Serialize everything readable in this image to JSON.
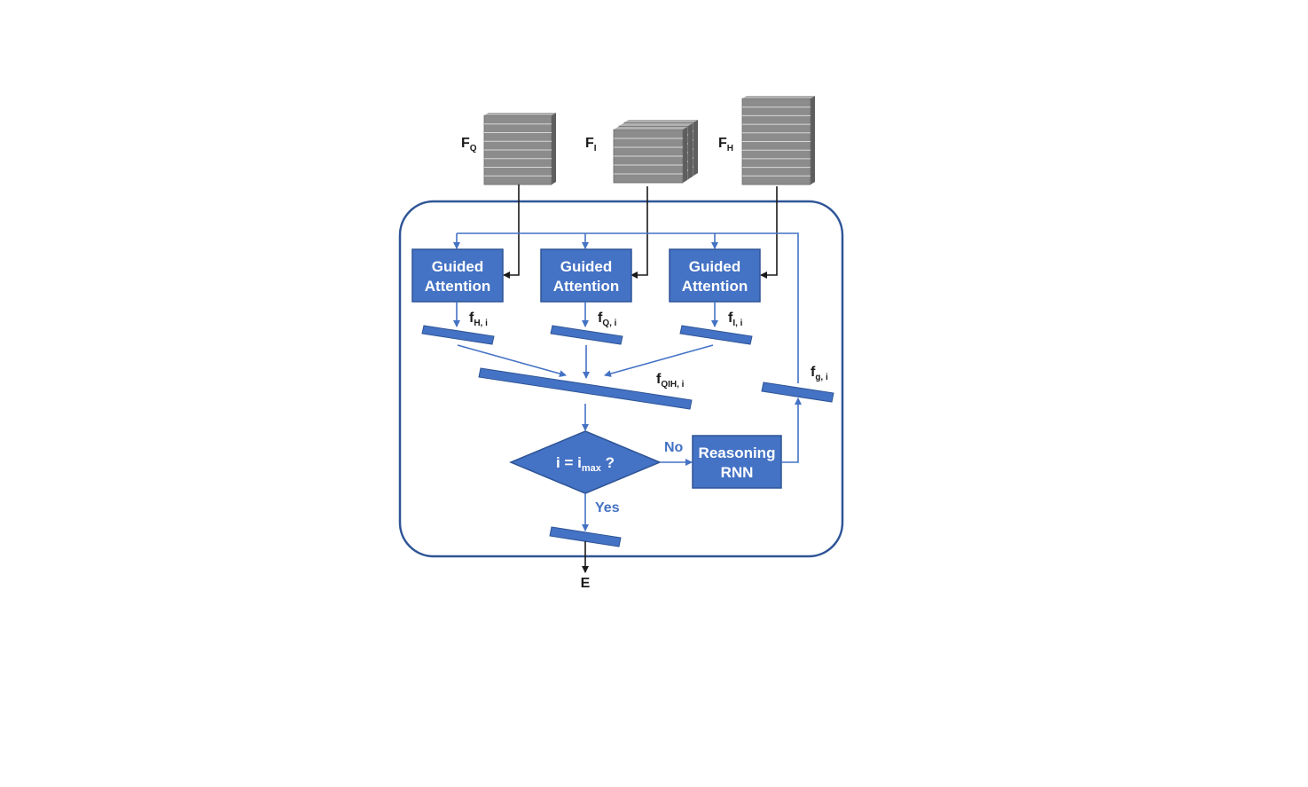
{
  "inputs": [
    {
      "main": "F",
      "sub": "Q"
    },
    {
      "main": "F",
      "sub": "I"
    },
    {
      "main": "F",
      "sub": "H"
    }
  ],
  "attention_blocks": [
    {
      "line1": "Guided",
      "line2": "Attention"
    },
    {
      "line1": "Guided",
      "line2": "Attention"
    },
    {
      "line1": "Guided",
      "line2": "Attention"
    }
  ],
  "attended_features": [
    {
      "main": "f",
      "sub": "H, i"
    },
    {
      "main": "f",
      "sub": "Q, i"
    },
    {
      "main": "f",
      "sub": "I, i"
    }
  ],
  "fused_feature": {
    "main": "f",
    "sub": "QIH, i"
  },
  "rnn_feature": {
    "main": "f",
    "sub": "g, i"
  },
  "decision": {
    "pre": "i = i",
    "sub": "max",
    "post": " ?"
  },
  "rnn": {
    "line1": "Reasoning",
    "line2": "RNN"
  },
  "branches": {
    "no": "No",
    "yes": "Yes"
  },
  "output": {
    "label": "E"
  },
  "colors": {
    "blue": "#4472c4",
    "border": "#2f5597",
    "stack": "#8c8c8c"
  }
}
